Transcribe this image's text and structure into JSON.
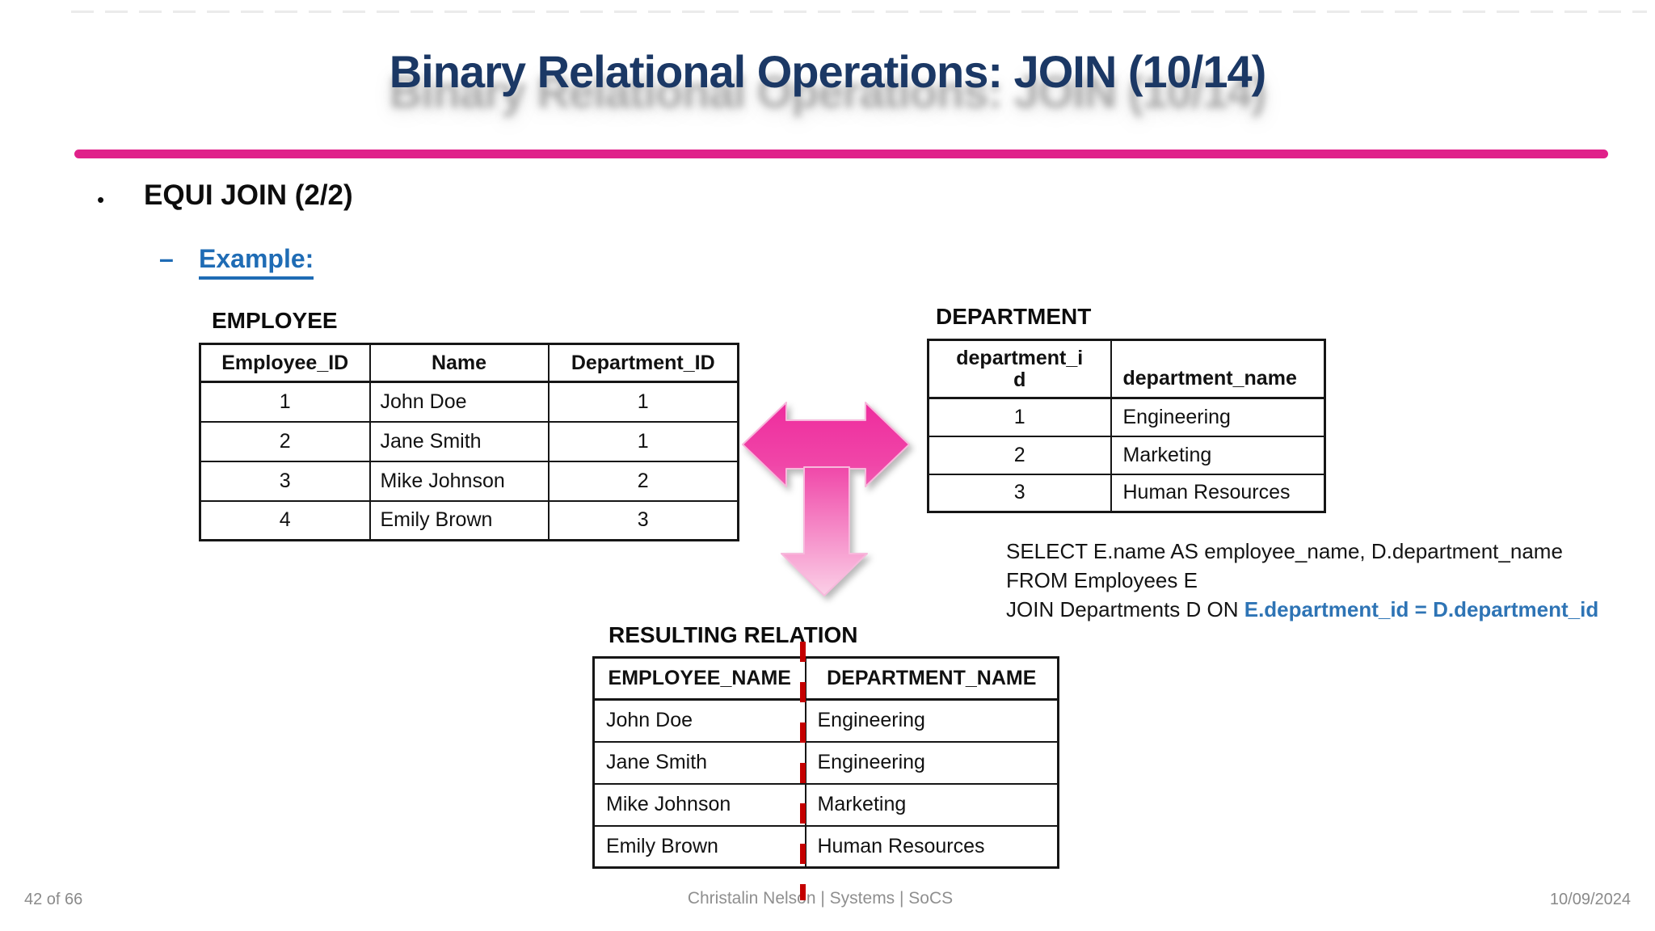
{
  "slide": {
    "title": "Binary Relational Operations: JOIN (10/14)",
    "bullet_glyph": "•",
    "bullet": "EQUI JOIN (2/2)",
    "sub_bullet_dash": "–",
    "sub_bullet": "Example:",
    "footer": "Christalin Nelson | Systems | SoCS",
    "page_number": "42 of 66",
    "date": "10/09/2024"
  },
  "employee_table": {
    "title": "EMPLOYEE",
    "headers": [
      "Employee_ID",
      "Name",
      "Department_ID"
    ],
    "rows": [
      [
        "1",
        "John Doe",
        "1"
      ],
      [
        "2",
        "Jane Smith",
        "1"
      ],
      [
        "3",
        "Mike Johnson",
        "2"
      ],
      [
        "4",
        "Emily Brown",
        "3"
      ]
    ]
  },
  "department_table": {
    "title": "DEPARTMENT",
    "headers": [
      "department_id",
      "department_name"
    ],
    "rows": [
      [
        "1",
        "Engineering"
      ],
      [
        "2",
        "Marketing"
      ],
      [
        "3",
        "Human Resources"
      ]
    ]
  },
  "resulting_table": {
    "title": "RESULTING RELATION",
    "headers": [
      "EMPLOYEE_NAME",
      "DEPARTMENT_NAME"
    ],
    "rows": [
      [
        "John Doe",
        "Engineering"
      ],
      [
        "Jane Smith",
        "Engineering"
      ],
      [
        "Mike Johnson",
        "Marketing"
      ],
      [
        "Emily Brown",
        "Human Resources"
      ]
    ]
  },
  "sql": {
    "line1": "SELECT E.name AS employee_name, D.department_name",
    "line2": "FROM Employees E",
    "line3_prefix": "JOIN Departments D ON ",
    "line3_highlight": "E.department_id = D.department_id"
  },
  "icons": {
    "join_arrow": "three-way-arrow"
  },
  "colors": {
    "title_navy": "#1b3865",
    "accent_pink": "#e0218a",
    "link_blue": "#1f6cb5",
    "sql_blue": "#2e74b5",
    "join_line_red": "#c40000",
    "footer_gray": "#8f8f8f",
    "arrow_gradient_top": "#ee2b9d",
    "arrow_gradient_bottom": "#fbd2e8"
  }
}
